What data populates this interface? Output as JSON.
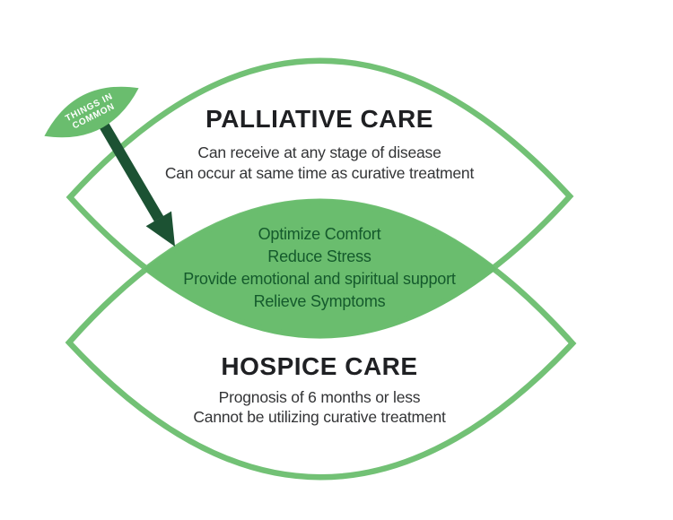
{
  "diagram": {
    "palliative": {
      "title": "PALLIATIVE CARE",
      "lines": [
        "Can receive at any stage of disease",
        "Can occur at same time as curative treatment"
      ]
    },
    "common": {
      "label_line1": "THINGS IN",
      "label_line2": "COMMON",
      "items": [
        "Optimize Comfort",
        "Reduce Stress",
        "Provide emotional and spiritual support",
        "Relieve Symptoms"
      ]
    },
    "hospice": {
      "title": "HOSPICE CARE",
      "lines": [
        "Prognosis of 6 months or less",
        "Cannot be utilizing curative treatment"
      ]
    },
    "colors": {
      "lens_outline": "#72c175",
      "overlap_fill": "#6abd6e",
      "leaf_fill": "#6abd6e",
      "arrow": "#1c5233",
      "common_text": "#145a2c",
      "title_text": "#1f2023",
      "body_text": "#333436",
      "leaf_label_text": "#ffffff"
    }
  }
}
